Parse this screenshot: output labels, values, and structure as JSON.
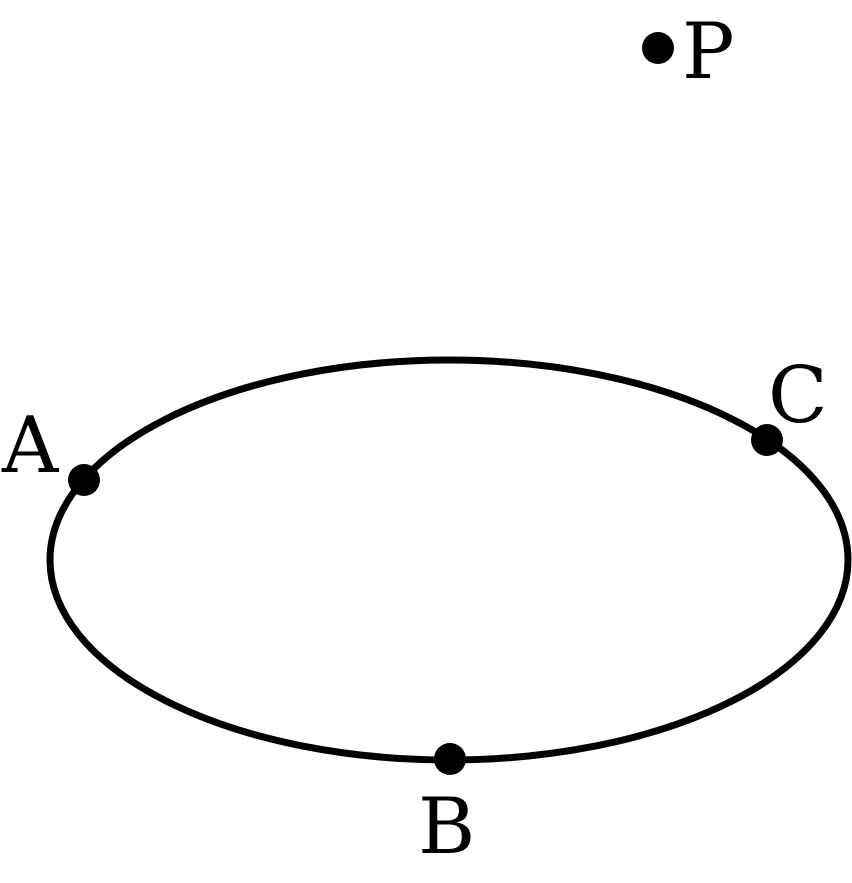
{
  "diagram": {
    "stroke_color": "#000000",
    "background": "#ffffff",
    "points": {
      "P": {
        "label": "P"
      },
      "A": {
        "label": "A"
      },
      "B": {
        "label": "B"
      },
      "C": {
        "label": "C"
      }
    }
  }
}
